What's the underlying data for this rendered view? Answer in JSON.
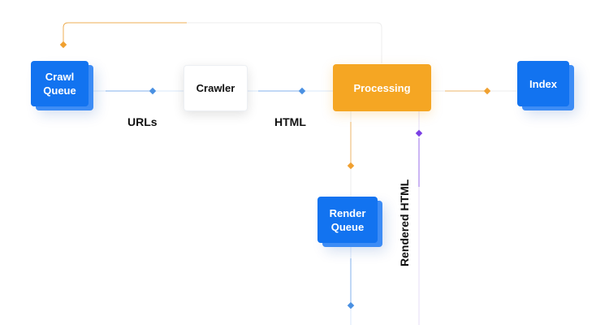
{
  "nodes": {
    "crawl_queue": "Crawl\nQueue",
    "crawler": "Crawler",
    "processing": "Processing",
    "index": "Index",
    "render_queue": "Render\nQueue"
  },
  "edges": {
    "urls": "URLs",
    "html": "HTML",
    "rendered_html": "Rendered HTML"
  },
  "colors": {
    "node_blue": "#1273f0",
    "node_orange": "#f5a623",
    "connector_blue": "#4a90e2",
    "connector_orange": "#f0a030",
    "connector_purple": "#7b3fe4",
    "connector_gray": "#e6e6e6"
  }
}
